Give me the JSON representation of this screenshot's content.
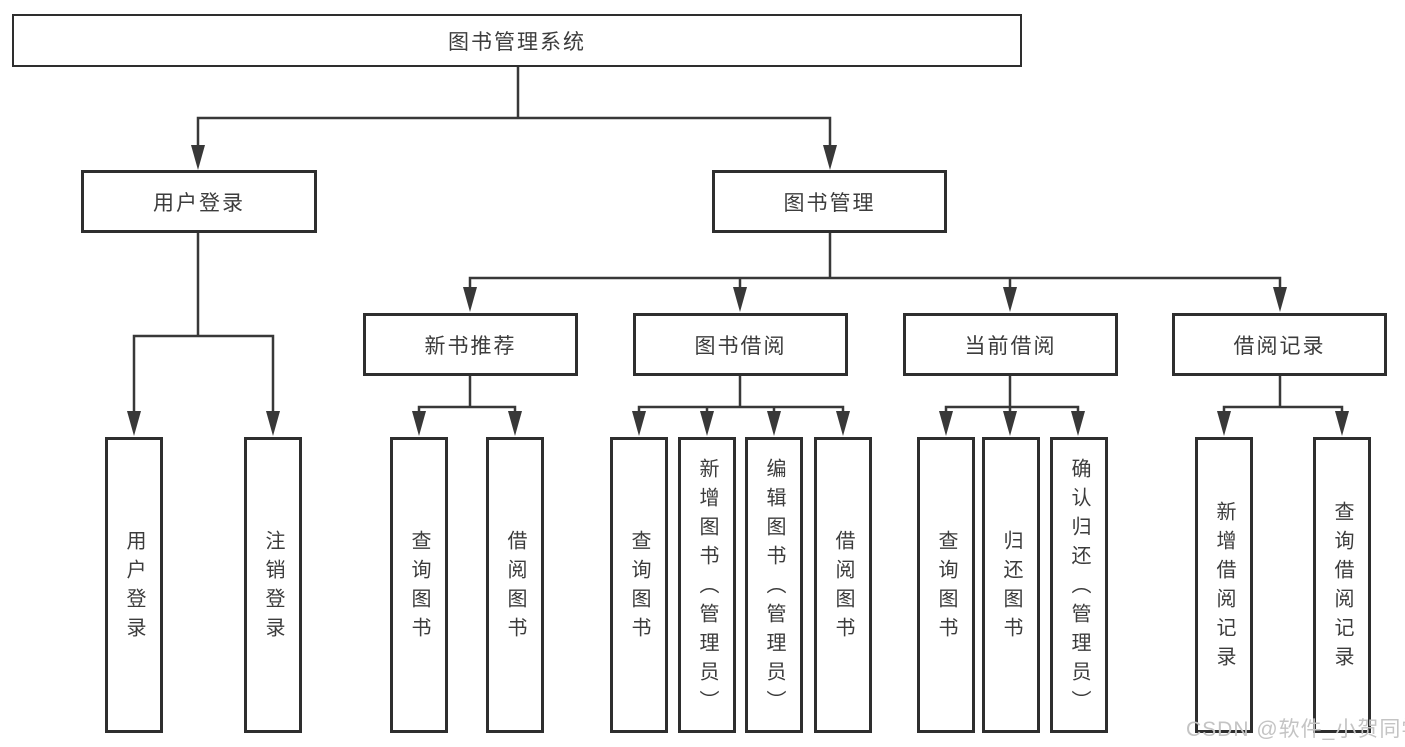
{
  "watermark": "CSDN @软件_小贺同学",
  "colors": {
    "line": "#383838",
    "box_border": "#2e2e2e",
    "text": "#3c3c3c",
    "watermark": "#c4c4c4",
    "background": "#ffffff"
  },
  "tree": {
    "root": {
      "label": "图书管理系统"
    },
    "level2": [
      {
        "label": "用户登录",
        "children": [
          {
            "label": "用户登录"
          },
          {
            "label": "注销登录"
          }
        ]
      },
      {
        "label": "图书管理",
        "children": [
          {
            "label": "新书推荐",
            "children": [
              {
                "label": "查询图书"
              },
              {
                "label": "借阅图书"
              }
            ]
          },
          {
            "label": "图书借阅",
            "children": [
              {
                "label": "查询图书"
              },
              {
                "label": "新增图书（管理员）"
              },
              {
                "label": "编辑图书（管理员）"
              },
              {
                "label": "借阅图书"
              }
            ]
          },
          {
            "label": "当前借阅",
            "children": [
              {
                "label": "查询图书"
              },
              {
                "label": "归还图书"
              },
              {
                "label": "确认归还（管理员）"
              }
            ]
          },
          {
            "label": "借阅记录",
            "children": [
              {
                "label": "新增借阅记录"
              },
              {
                "label": "查询借阅记录"
              }
            ]
          }
        ]
      }
    ]
  }
}
